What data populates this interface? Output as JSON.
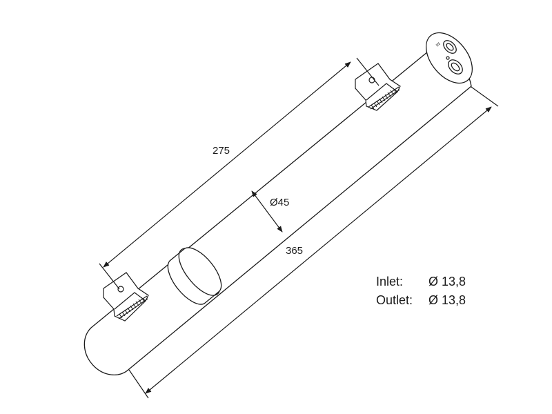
{
  "dimensions": {
    "bracket_spacing": "275",
    "diameter": "Ø45",
    "overall_length": "365"
  },
  "end_cap": {
    "port_label": "IN"
  },
  "specs": [
    {
      "label": "Inlet:",
      "value": "Ø 13,8"
    },
    {
      "label": "Outlet:",
      "value": "Ø 13,8"
    }
  ]
}
